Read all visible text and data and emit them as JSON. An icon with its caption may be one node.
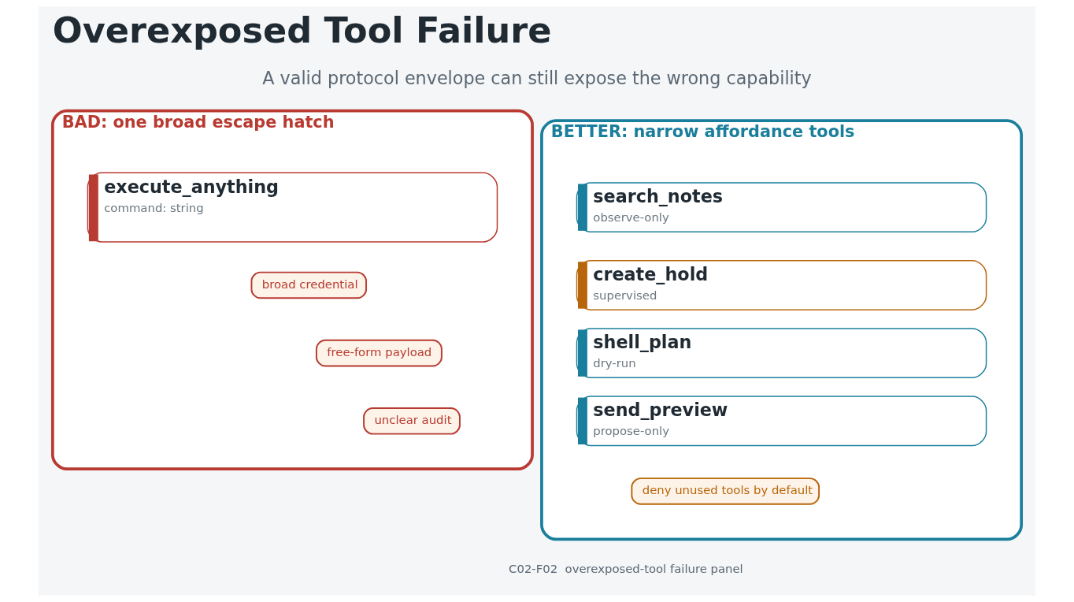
{
  "diagram": {
    "title": "Overexposed Tool Failure",
    "nodes": [
      {
        "text": [
          "BAD: one broad escape hatch"
        ]
      },
      {
        "text": [
          "execute_anything",
          "command: string"
        ],
        "in": 0
      },
      {
        "text": [
          "broad credential"
        ],
        "in": 0
      },
      {
        "text": [
          "free-form payload"
        ],
        "in": 0
      },
      {
        "text": [
          "unclear audit"
        ],
        "in": 0
      },
      {
        "text": [
          "BETTER: narrow affordance tools"
        ]
      },
      {
        "text": [
          "search_notes",
          "observe-only"
        ],
        "in": 5
      },
      {
        "text": [
          "create_hold",
          "supervised"
        ],
        "in": 5
      },
      {
        "text": [
          "shell_plan",
          "dry-run"
        ],
        "in": 5
      },
      {
        "text": [
          "send_preview",
          "propose-only"
        ],
        "in": 5
      },
      {
        "text": [
          "deny unused tools by default"
        ],
        "in": 5
      }
    ],
    "labels": [
      "A valid protocol envelope can still expose the wrong capability",
      "C02-F02  overexposed-tool failure panel"
    ]
  }
}
